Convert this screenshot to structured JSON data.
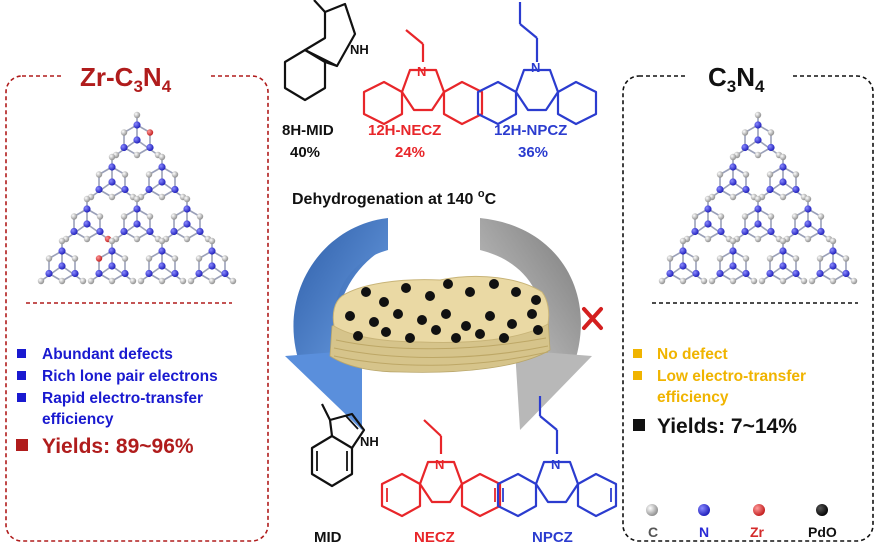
{
  "left_panel": {
    "title_main": "Zr-C",
    "title_sub1": "3",
    "title_mid": "N",
    "title_sub2": "4",
    "bullets": [
      "Abundant defects",
      "Rich lone pair electrons",
      "Rapid electro-transfer",
      "efficiency"
    ],
    "yield": "Yields: 89~96%"
  },
  "right_panel": {
    "title_main": "C",
    "title_sub1": "3",
    "title_mid": "N",
    "title_sub2": "4",
    "bullets": [
      "No defect",
      "Low electro-transfer",
      "efficiency"
    ],
    "yield": "Yields: 7~14%"
  },
  "reactants": [
    {
      "name": "8H-MID",
      "percent": "40%",
      "color": "#111111"
    },
    {
      "name": "12H-NECZ",
      "percent": "24%",
      "color": "#e8262a"
    },
    {
      "name": "12H-NPCZ",
      "percent": "36%",
      "color": "#2b3ccf"
    }
  ],
  "reaction": {
    "label": "Dehydrogenation at 140 ",
    "sup": "o",
    "unit": "C"
  },
  "products": [
    {
      "name": "MID",
      "color": "#111111"
    },
    {
      "name": "NECZ",
      "color": "#e8262a"
    },
    {
      "name": "NPCZ",
      "color": "#2b3ccf"
    }
  ],
  "atom_labels": {
    "nh": "NH",
    "n": "N"
  },
  "legend": [
    {
      "label": "C",
      "color": "#9a9a9a",
      "text_color": "#555555"
    },
    {
      "label": "N",
      "color": "#2a2ad6",
      "text_color": "#2a2ad6"
    },
    {
      "label": "Zr",
      "color": "#d42a2a",
      "text_color": "#d42a2a"
    },
    {
      "label": "PdO",
      "color": "#111111",
      "text_color": "#111111"
    }
  ],
  "colors": {
    "left_accent": "#b01c1c",
    "left_text": "#1a1ad0",
    "right_text": "#f0b400",
    "arrow_blue": "#3b6db3",
    "arrow_gray": "#8f8f8f",
    "cross": "#d41f1f",
    "support": "#ead9a4"
  }
}
